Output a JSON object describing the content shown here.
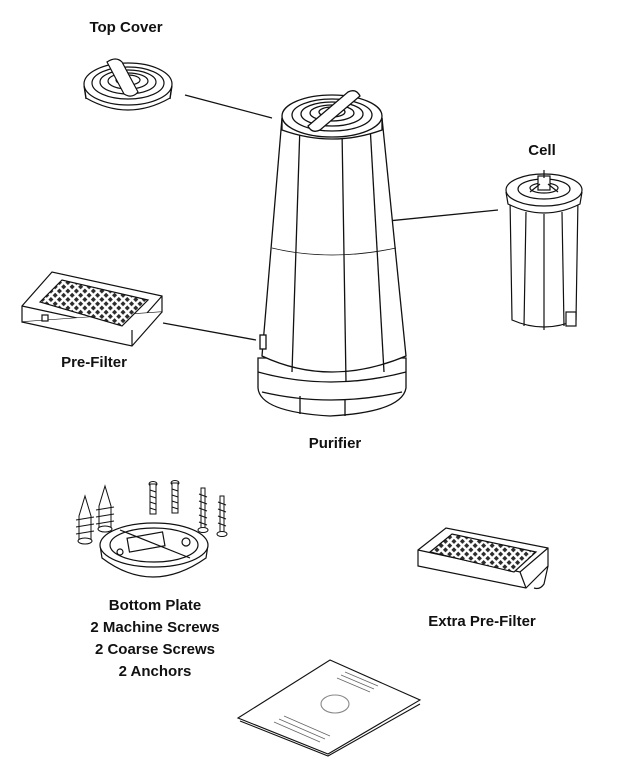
{
  "labels": {
    "top_cover": "Top Cover",
    "cell": "Cell",
    "pre_filter": "Pre-Filter",
    "purifier": "Purifier",
    "extra_pre_filter": "Extra Pre-Filter",
    "bottom_plate": "Bottom Plate",
    "machine_screws": "2 Machine Screws",
    "coarse_screws": "2 Coarse Screws",
    "anchors": "2 Anchors"
  },
  "colors": {
    "line": "#111111",
    "mesh": "#333333",
    "fill": "#ffffff"
  }
}
